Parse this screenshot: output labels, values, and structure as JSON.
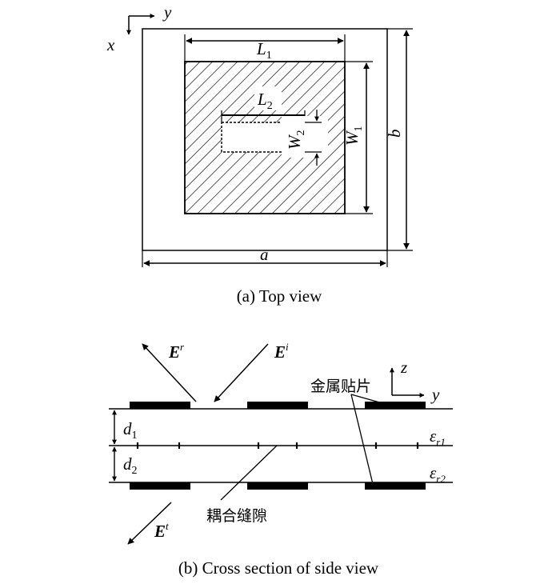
{
  "top_view": {
    "caption": "(a) Top view",
    "axis_x": "x",
    "axis_y": "y",
    "L1": {
      "main": "L",
      "sub": "1"
    },
    "L2": {
      "main": "L",
      "sub": "2"
    },
    "W1": {
      "main": "W",
      "sub": "1"
    },
    "W2": {
      "main": "W",
      "sub": "2"
    },
    "a": "a",
    "b": "b"
  },
  "side_view": {
    "caption": "(b) Cross section of side view",
    "reflected": {
      "main": "E",
      "sup": "r"
    },
    "incident": {
      "main": "E",
      "sup": "i"
    },
    "transmitted": {
      "main": "E",
      "sup": "t"
    },
    "axis_z": "z",
    "axis_y": "y",
    "patch_label": "金属贴片",
    "slot_label": "耦合缝隙",
    "d1": {
      "main": "d",
      "sub": "1"
    },
    "d2": {
      "main": "d",
      "sub": "2"
    },
    "er1": {
      "main": "ε",
      "sub": "r1"
    },
    "er2": {
      "main": "ε",
      "sub": "r2"
    }
  }
}
